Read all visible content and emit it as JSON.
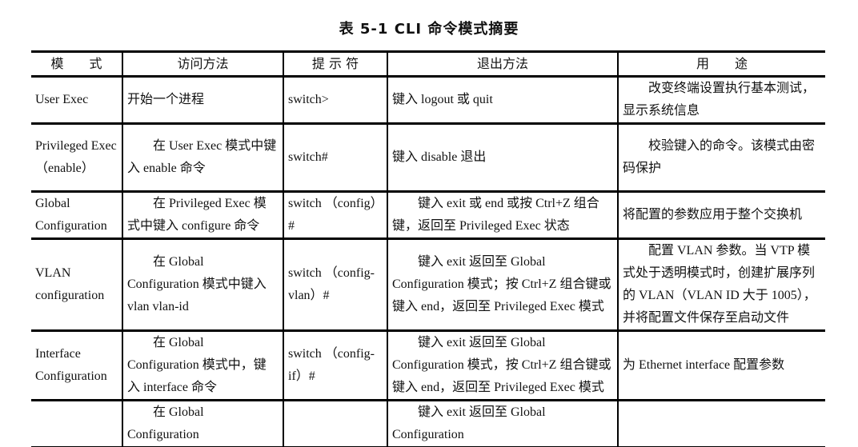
{
  "title": "表 5-1    CLI 命令模式摘要",
  "headers": [
    "模　　式",
    "访问方法",
    "提 示 符",
    "退出方法",
    "用　　途"
  ],
  "rows": [
    {
      "mode": "User Exec",
      "access": "开始一个进程",
      "prompt": "switch>",
      "exit": "键入 logout 或 quit",
      "usage": "改变终端设置执行基本测试，显示系统信息"
    },
    {
      "mode": "Privileged Exec （enable）",
      "access": "在 User Exec 模式中键入 enable 命令",
      "prompt": "switch#",
      "exit": "键入 disable 退出",
      "usage": "校验键入的命令。该模式由密码保护"
    },
    {
      "mode": "Global Configuration",
      "access": "在 Privileged Exec 模式中键入 configure 命令",
      "prompt": "switch （config）#",
      "exit": "键入 exit 或 end 或按 Ctrl+Z 组合键，返回至 Privileged Exec 状态",
      "usage": "将配置的参数应用于整个交换机"
    },
    {
      "mode": "VLAN configuration",
      "access": "在 Global Configuration 模式中键入 vlan vlan-id",
      "prompt": "switch （config-vlan）#",
      "exit": "键入 exit 返回至 Global Configuration 模式；按 Ctrl+Z 组合键或键入 end，返回至 Privileged Exec 模式",
      "usage": "配置 VLAN 参数。当 VTP 模式处于透明模式时，创建扩展序列的 VLAN（VLAN ID 大于 1005），并将配置文件保存至启动文件"
    },
    {
      "mode": "Interface Configuration",
      "access": "在 Global Configuration 模式中，键入 interface 命令",
      "prompt": "switch （config-if）#",
      "exit": "键入 exit 返回至 Global Configuration 模式，按 Ctrl+Z 组合键或键入 end，返回至 Privileged Exec 模式",
      "usage": "为 Ethernet interface 配置参数"
    },
    {
      "mode": "",
      "access": "在 Global Configuration",
      "prompt": "",
      "exit": "键入 exit 返回至 Global Configuration",
      "usage": ""
    }
  ]
}
